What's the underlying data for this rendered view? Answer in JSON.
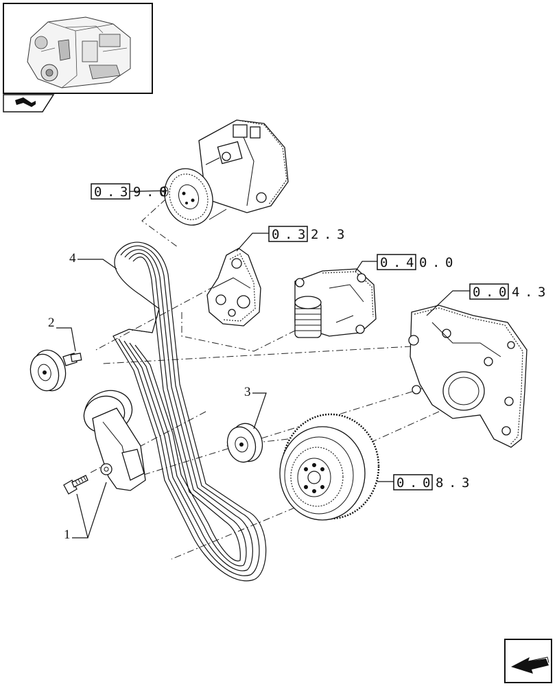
{
  "refs": {
    "ac_compressor": "0.39.0",
    "bracket": "0.32.3",
    "alternator": "0.40.0",
    "timing_cover": "0.04.3",
    "damper": "0.08.3"
  },
  "ref_glyphs": {
    "ac_compressor": [
      "0",
      ".",
      "3",
      "9",
      ".",
      "0"
    ],
    "bracket": [
      "0",
      ".",
      "3",
      "2",
      ".",
      "3"
    ],
    "alternator": [
      "0",
      ".",
      "4",
      "0",
      ".",
      "0"
    ],
    "timing_cover": [
      "0",
      ".",
      "0",
      "4",
      ".",
      "3"
    ],
    "damper": [
      "0",
      ".",
      "0",
      "8",
      ".",
      "3"
    ]
  },
  "callouts": {
    "tensioner": "1",
    "idler_upper": "2",
    "idler_lower": "3",
    "belt": "4"
  }
}
